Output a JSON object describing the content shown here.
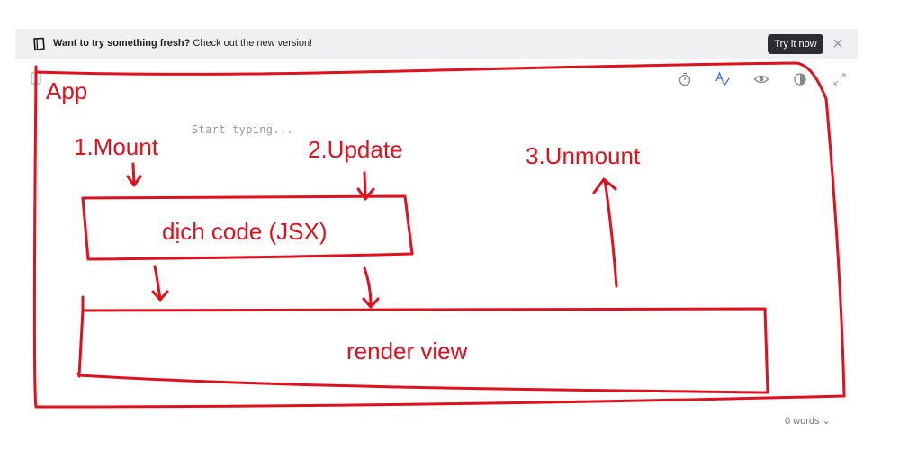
{
  "banner": {
    "bold_text": "Want to try something fresh?",
    "text": " Check out the new version!",
    "button_label": "Try it now",
    "close_symbol": "✕"
  },
  "editor": {
    "placeholder": "Start typing...",
    "toolbar": [
      {
        "name": "timer-icon"
      },
      {
        "name": "spellcheck-icon"
      },
      {
        "name": "eye-icon"
      },
      {
        "name": "contrast-icon"
      },
      {
        "name": "expand-icon"
      }
    ],
    "word_count": "0 words",
    "word_count_caret": "⌄"
  },
  "drawing": {
    "ink_color": "#e0101d",
    "labels": {
      "app": "App",
      "mount": "1.Mount",
      "update": "2.Update",
      "unmount": "3.Unmount",
      "compile": "dịch code (JSX)",
      "render": "render view"
    }
  }
}
